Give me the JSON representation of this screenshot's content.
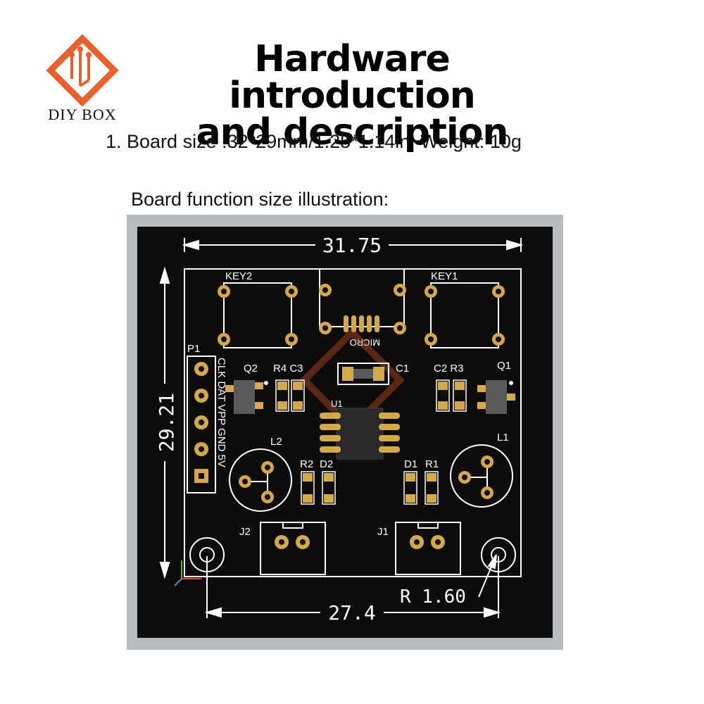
{
  "header": {
    "brand": "DIY BOX",
    "title_line1": "Hardware introduction",
    "title_line2": "and description"
  },
  "spec": {
    "line": "1. Board size :32*29mm/1.25*1.14in  Weight: 10g"
  },
  "illustration": {
    "label": "Board function size illustration:"
  },
  "board": {
    "dims": {
      "width": "31.75",
      "height": "29.21",
      "hole_spacing": "27.4",
      "hole_radius": "R 1.60"
    },
    "labels": {
      "key2": "KEY2",
      "key1": "KEY1",
      "p1": "P1",
      "pins": "CLK DAT VPP GND 5V",
      "q2": "Q2",
      "r4c3": "R4 C3",
      "c1": "C1",
      "c2r3": "C2 R3",
      "q1": "Q1",
      "u1": "U1",
      "l2": "L2",
      "l1": "L1",
      "r2": "R2",
      "d2": "D2",
      "d1": "D1",
      "r1": "R1",
      "j2": "J2",
      "j1": "J1",
      "micro": "MICRO"
    },
    "colors": {
      "pcb": "#0e0c0a",
      "silkscreen": "#ffffff",
      "pad_gold": "#d4a94a",
      "frame": "#b7bcc1"
    }
  }
}
